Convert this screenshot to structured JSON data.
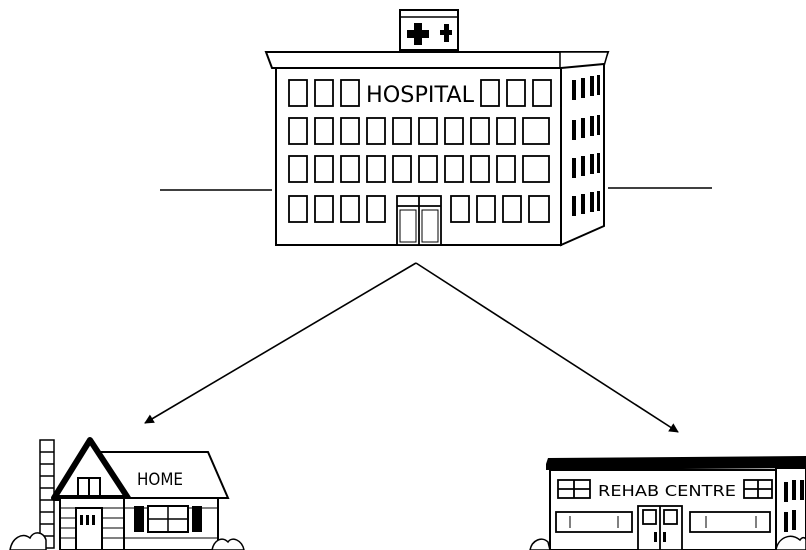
{
  "hospital": {
    "label": "HOSPITAL"
  },
  "home": {
    "label": "HOME"
  },
  "rehab": {
    "label": "REHAB CENTRE"
  },
  "colors": {
    "ink": "#000000",
    "paper": "#ffffff"
  }
}
